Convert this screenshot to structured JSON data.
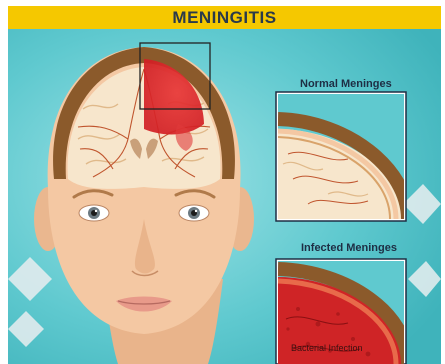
{
  "title": "MENINGITIS",
  "panels": {
    "normal": {
      "label": "Normal Meninges"
    },
    "infected": {
      "label": "Infected Meninges",
      "annotation": "Bacterial Infection"
    }
  },
  "colors": {
    "banner": "#f5c800",
    "background": "#5fc9cf",
    "skin": "#f4c8a3",
    "hair": "#8b5a2b",
    "brain": "#f7e6cc",
    "infection": "#d8282a"
  }
}
